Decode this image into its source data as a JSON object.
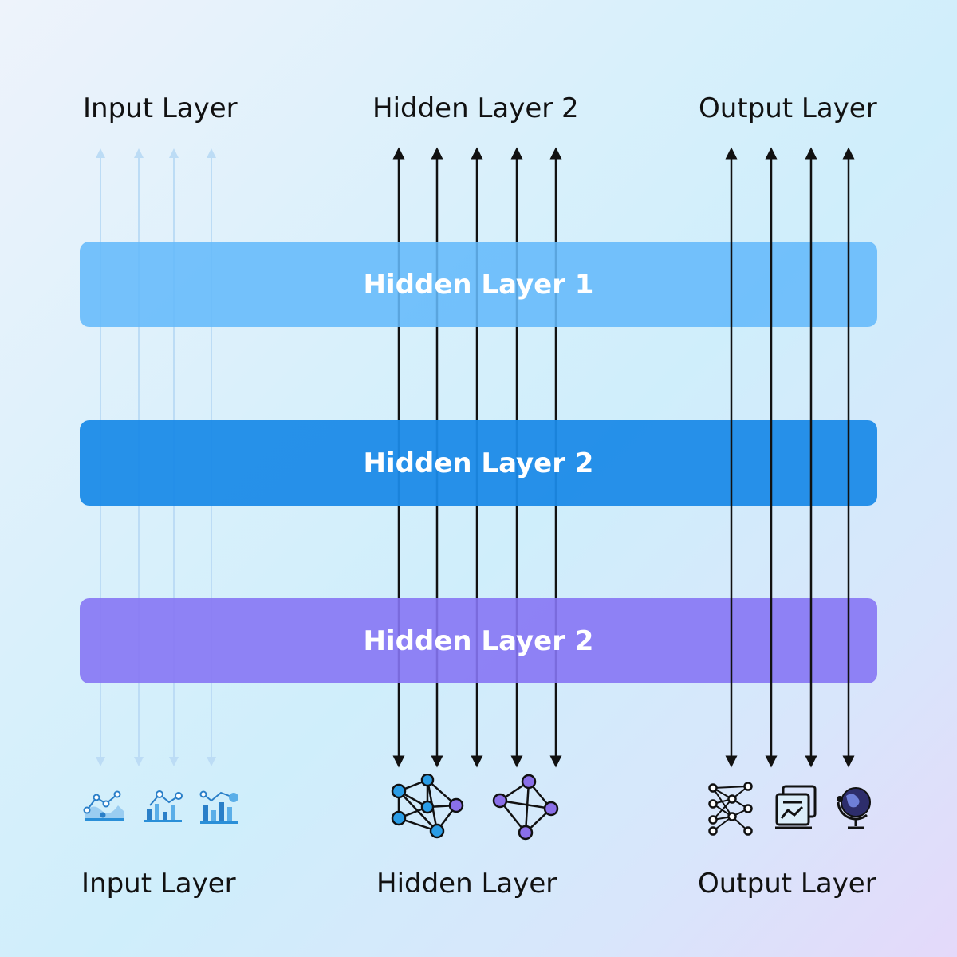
{
  "labels": {
    "top_left": "Input Layer",
    "top_center": "Hidden Layer 2",
    "top_right": "Output Layer",
    "bottom_left": "Input Layer",
    "bottom_center": "Hidden Layer",
    "bottom_right": "Output Layer"
  },
  "bands": [
    {
      "label": "Hidden Layer 1",
      "color": "#64b9fa"
    },
    {
      "label": "Hidden Layer 2",
      "color": "#1b8ae8"
    },
    {
      "label": "Hidden Layer 2",
      "color": "#8676f4"
    }
  ],
  "colors": {
    "faint_arrow": "#bcdcf5",
    "arrow": "#111111",
    "node_blue": "#2a9de6",
    "node_purple": "#8a6fe8"
  },
  "icons": {
    "input": [
      "line-chart-icon",
      "bar-chart-icon",
      "bar-chart-trend-icon"
    ],
    "hidden": [
      "neural-network-icon",
      "graph-network-icon"
    ],
    "output": [
      "network-nodes-icon",
      "document-chart-icon",
      "globe-icon"
    ]
  }
}
